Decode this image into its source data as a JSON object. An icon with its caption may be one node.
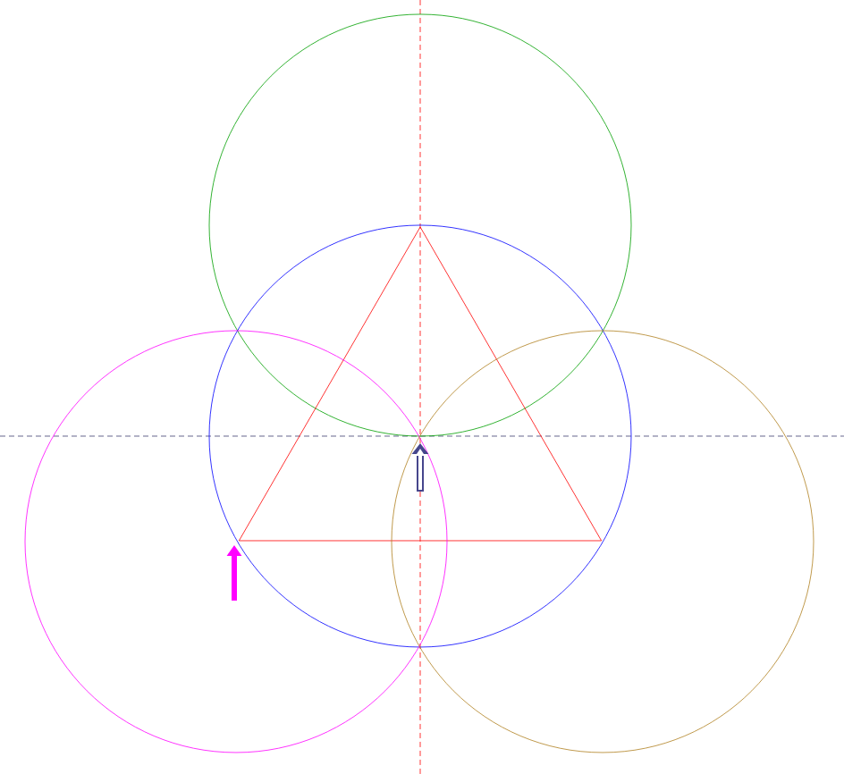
{
  "diagram": {
    "nodes": [
      {
        "text": [],
        "shape": "circle"
      },
      {
        "text": [],
        "shape": "circle"
      },
      {
        "text": [],
        "shape": "triangle",
        "in": 1
      },
      {
        "text": [],
        "shape": "circle"
      },
      {
        "text": [],
        "shape": "circle"
      }
    ]
  }
}
